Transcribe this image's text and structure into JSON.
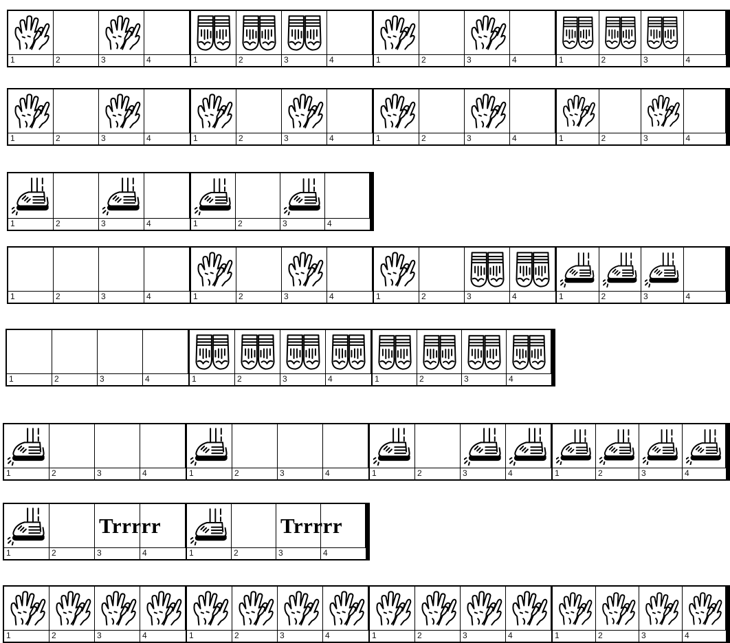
{
  "beat_numbers": [
    "1",
    "2",
    "3",
    "4"
  ],
  "rows": [
    {
      "measures": [
        {
          "cells": [
            "clap",
            "",
            "clap",
            ""
          ]
        },
        {
          "cells": [
            "pat",
            "pat",
            "pat",
            ""
          ]
        },
        {
          "cells": [
            "clap",
            "",
            "clap",
            ""
          ]
        },
        {
          "cells": [
            "pat",
            "pat",
            "pat",
            ""
          ]
        }
      ]
    },
    {
      "measures": [
        {
          "cells": [
            "clap",
            "",
            "clap",
            ""
          ]
        },
        {
          "cells": [
            "clap",
            "",
            "clap",
            ""
          ]
        },
        {
          "cells": [
            "clap",
            "",
            "clap",
            ""
          ]
        },
        {
          "cells": [
            "clap",
            "",
            "clap",
            ""
          ]
        }
      ]
    },
    {
      "measures": [
        {
          "cells": [
            "stamp",
            "",
            "stamp",
            ""
          ]
        },
        {
          "cells": [
            "stamp",
            "",
            "stamp",
            ""
          ]
        }
      ]
    },
    {
      "measures": [
        {
          "cells": [
            "",
            "",
            "",
            ""
          ]
        },
        {
          "cells": [
            "clap",
            "",
            "clap",
            ""
          ]
        },
        {
          "cells": [
            "clap",
            "",
            "pat",
            "pat"
          ]
        },
        {
          "cells": [
            "stamp",
            "stamp",
            "stamp",
            ""
          ]
        }
      ]
    },
    {
      "measures": [
        {
          "cells": [
            "",
            "",
            "",
            ""
          ]
        },
        {
          "cells": [
            "pat",
            "pat",
            "pat",
            "pat"
          ]
        },
        {
          "cells": [
            "pat",
            "pat",
            "pat",
            "pat"
          ]
        }
      ]
    },
    {
      "measures": [
        {
          "cells": [
            "stamp",
            "",
            "",
            ""
          ]
        },
        {
          "cells": [
            "stamp",
            "",
            "",
            ""
          ]
        },
        {
          "cells": [
            "stamp",
            "",
            "stamp",
            "stamp"
          ]
        },
        {
          "cells": [
            "stamp",
            "stamp",
            "stamp",
            "stamp"
          ]
        }
      ]
    },
    {
      "measures": [
        {
          "cells": [
            "stamp",
            "",
            "",
            ""
          ],
          "text": "Trrrrr"
        },
        {
          "cells": [
            "stamp",
            "",
            "",
            ""
          ],
          "text": "Trrrrr"
        }
      ]
    },
    {
      "measures": [
        {
          "cells": [
            "clap",
            "clap",
            "clap",
            "clap"
          ]
        },
        {
          "cells": [
            "clap",
            "clap",
            "clap",
            "clap"
          ]
        },
        {
          "cells": [
            "clap",
            "clap",
            "clap",
            "clap"
          ]
        },
        {
          "cells": [
            "clap",
            "clap",
            "clap",
            "clap"
          ]
        }
      ]
    }
  ]
}
